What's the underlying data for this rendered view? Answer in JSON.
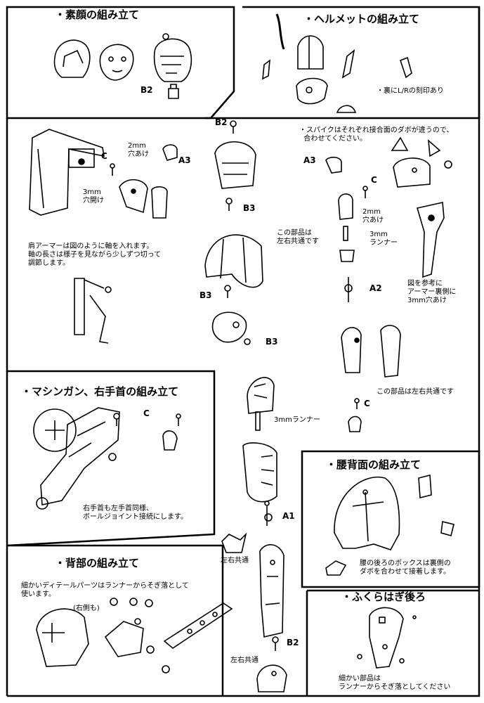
{
  "sections": {
    "face": {
      "title": "・素顔の組み立て",
      "part_b2": "B2"
    },
    "helmet": {
      "title": "・ヘルメットの組み立て",
      "note": "・裏にL/Rの刻印あり"
    },
    "shoulder": {
      "drill_2mm": "2mm\n穴あけ",
      "drill_3mm": "3mm\n穴開け",
      "part_c": "C",
      "part_a3": "A3",
      "note": "肩アーマーは図のように軸を入れます。\n軸の長さは様子を見ながら少しずつ切って\n調節します。"
    },
    "center": {
      "b2_top": "B2",
      "b3_a": "B3",
      "b3_b": "B3",
      "b3_c": "B3",
      "runner": "3mmランナー",
      "a1": "A1",
      "lr_common": "左右共通",
      "b2_bottom": "B2",
      "lr_common_2": "左右共通"
    },
    "leg": {
      "spike_note": "・スパイクはそれぞれ接合面のダボが違うので、\n  合わせてください。",
      "part_a3": "A3",
      "part_c": "C",
      "drill_2mm": "2mm\n穴あけ",
      "shared_note": "この部品は\n左右共通です",
      "runner": "3mm\nランナー",
      "part_a2": "A2",
      "ref_note": "図を参考に\nアーマー裏側に\n3mm穴あけ",
      "shared_note_2": "この部品は左右共通です",
      "part_c2": "C"
    },
    "gun": {
      "title": "・マシンガン、右手首の組み立て",
      "part_c": "C",
      "note": "右手首も左手首同様、\nボールジョイント接続にします。"
    },
    "back": {
      "title": "・背部の組み立て",
      "note": "細かいディテールパーツはランナーからそぎ落として\n使います。",
      "right_side": "(右側も)"
    },
    "waist": {
      "title": "・腰背面の組み立て",
      "note": "腰の後ろのボックスは裏側の\nダボを合わせて接着します。"
    },
    "calf": {
      "title": "・ふくらはぎ後ろ",
      "note": "細かい部品は\nランナーからそぎ落としてください"
    }
  }
}
